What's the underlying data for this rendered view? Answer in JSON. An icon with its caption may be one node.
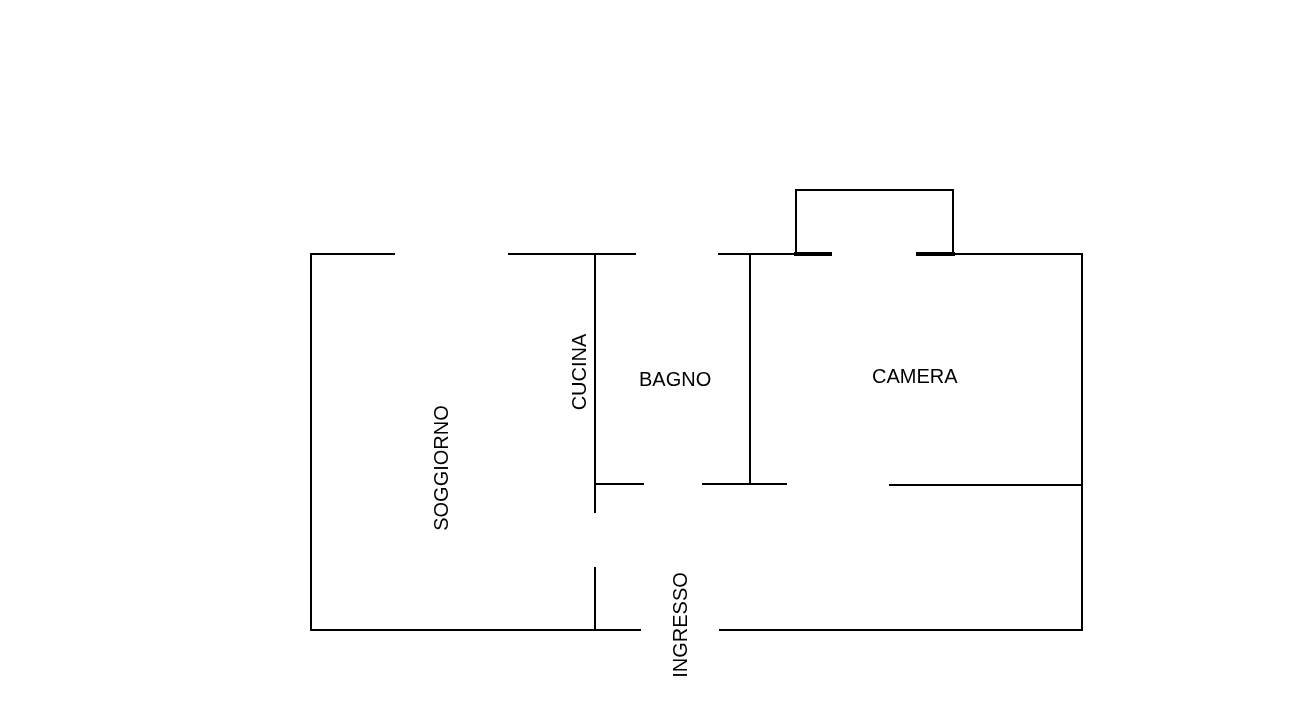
{
  "diagram": {
    "labels": [
      "CUCINA",
      "BAGNO",
      "CAMERA",
      "SOGGIORNO",
      "INGRESSO"
    ]
  }
}
